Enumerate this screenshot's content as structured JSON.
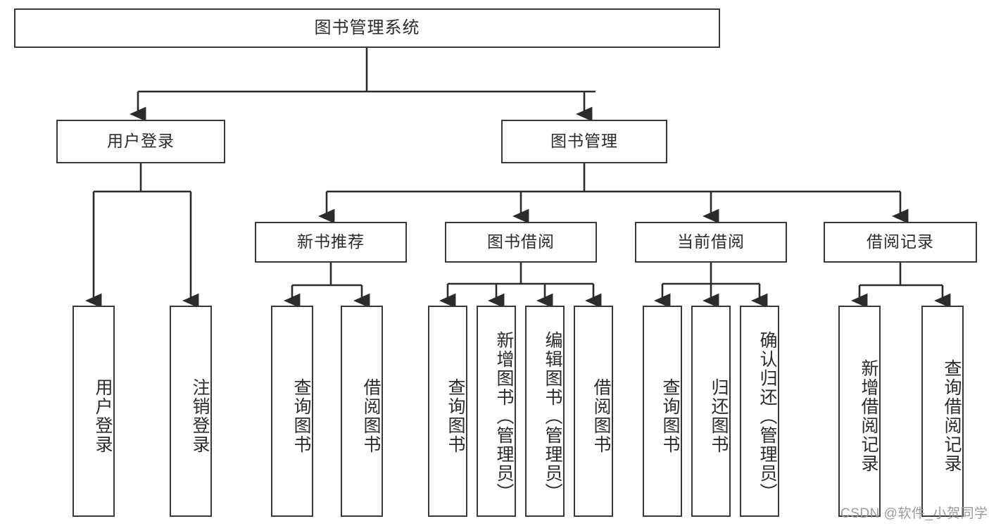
{
  "title": "图书管理系统",
  "diagram": {
    "type": "tree",
    "orientation": "top-down",
    "root": {
      "id": "root",
      "label": "图书管理系统"
    },
    "level1": [
      {
        "id": "user-login",
        "label": "用户登录"
      },
      {
        "id": "book-manage",
        "label": "图书管理"
      }
    ],
    "level2": [
      {
        "id": "new-book-recommend",
        "label": "新书推荐",
        "parent": "book-manage"
      },
      {
        "id": "book-borrow",
        "label": "图书借阅",
        "parent": "book-manage"
      },
      {
        "id": "current-borrow",
        "label": "当前借阅",
        "parent": "book-manage"
      },
      {
        "id": "borrow-record",
        "label": "借阅记录",
        "parent": "book-manage"
      }
    ],
    "leaves": [
      {
        "id": "leaf-user-login",
        "label": "用户登录",
        "parent": "user-login"
      },
      {
        "id": "leaf-logout-login",
        "label": "注销登录",
        "parent": "user-login"
      },
      {
        "id": "leaf-query-book-1",
        "label": "查询图书",
        "parent": "new-book-recommend"
      },
      {
        "id": "leaf-borrow-book-1",
        "label": "借阅图书",
        "parent": "new-book-recommend"
      },
      {
        "id": "leaf-query-book-2",
        "label": "查询图书",
        "parent": "book-borrow"
      },
      {
        "id": "leaf-add-book",
        "label": "新增图书（管理员）",
        "parent": "book-borrow"
      },
      {
        "id": "leaf-edit-book",
        "label": "编辑图书（管理员）",
        "parent": "book-borrow"
      },
      {
        "id": "leaf-borrow-book-2",
        "label": "借阅图书",
        "parent": "book-borrow"
      },
      {
        "id": "leaf-query-book-3",
        "label": "查询图书",
        "parent": "current-borrow"
      },
      {
        "id": "leaf-return-book",
        "label": "归还图书",
        "parent": "current-borrow"
      },
      {
        "id": "leaf-confirm-return",
        "label": "确认归还（管理员）",
        "parent": "current-borrow"
      },
      {
        "id": "leaf-add-record",
        "label": "新增借阅记录",
        "parent": "borrow-record"
      },
      {
        "id": "leaf-query-record",
        "label": "查询借阅记录",
        "parent": "borrow-record"
      }
    ]
  },
  "watermark": "CSDN @软件_小贺同学",
  "colors": {
    "box_border": "#33393f",
    "box_fill": "#ffffff",
    "connector": "#2b2b2b",
    "text": "#2b2b2b",
    "watermark": "#9a9a9a",
    "background": "#ffffff"
  }
}
